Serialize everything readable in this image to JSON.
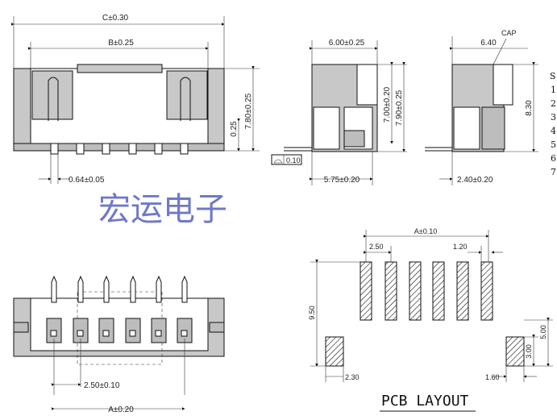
{
  "front_view": {
    "dim_c": "C±0.30",
    "dim_b": "B±0.25",
    "dim_height": "7.80±0.25",
    "dim_gap": "0.25",
    "dim_pin": "0.64±0.05"
  },
  "side_view_1": {
    "dim_width": "6.00±0.25",
    "dim_h1": "7.00±0.20",
    "dim_h2": "7.90±0.25",
    "dim_bottom": "5.75±0.20",
    "flatness": "0.10"
  },
  "side_view_2": {
    "cap_label": "CAP",
    "dim_width": "6.40",
    "dim_height": "8.30",
    "dim_bottom": "2.40±0.20"
  },
  "sequence": {
    "header": "S",
    "numbers": [
      "1",
      "2",
      "3",
      "4",
      "5",
      "6",
      "7"
    ]
  },
  "watermark": "宏运电子",
  "top_view": {
    "dim_pitch": "2.50±0.10",
    "dim_a": "A±0.20"
  },
  "pcb_layout": {
    "title": "PCB LAYOUT",
    "dim_a": "A±0.10",
    "dim_pitch": "2.50",
    "dim_pad_width": "1.20",
    "dim_height": "9.50",
    "dim_left_pad": "2.30",
    "dim_right_pad": "1.60",
    "dim_right_h1": "5.00",
    "dim_right_h2": "3.00"
  }
}
